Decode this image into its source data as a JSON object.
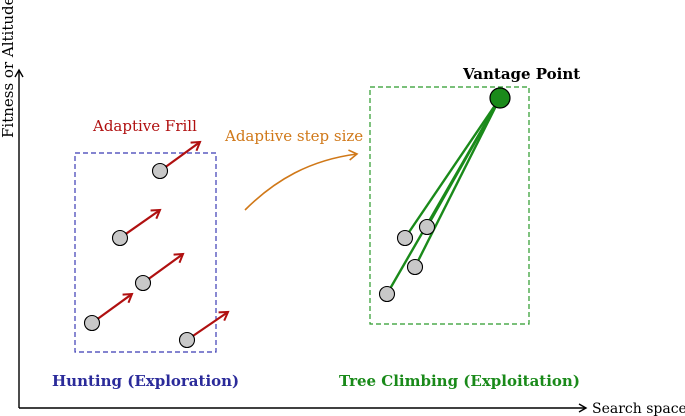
{
  "axes": {
    "y_label": "Fitness or Altitude",
    "x_label": "Search space"
  },
  "exploration": {
    "caption": "Hunting (Exploration)",
    "frill_label": "Adaptive Frill",
    "box_color": "#3b3bb3",
    "caption_color": "#2b2b9a",
    "frill_color": "#b01010",
    "agent_count": 5
  },
  "transition": {
    "label": "Adaptive step size",
    "color": "#d07818"
  },
  "exploitation": {
    "caption": "Tree Climbing (Exploitation)",
    "vantage_label": "Vantage Point",
    "box_color": "#2a9a2a",
    "caption_color": "#1a8a1a",
    "line_color": "#1a8a1a",
    "agent_count": 4
  },
  "agent_fill_color": "#c8c8c8"
}
